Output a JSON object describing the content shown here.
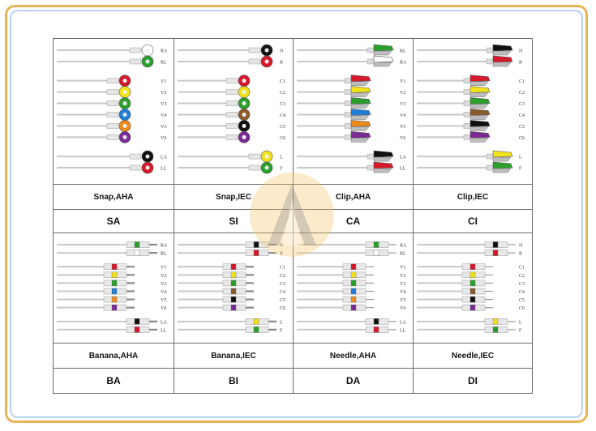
{
  "colors": {
    "outer_frame": "#e8b456",
    "inner_frame": "#b7d3ec",
    "grid_line": "#6a6a6a",
    "cable": "#c8c8c8"
  },
  "connectors": [
    {
      "name": "Snap,AHA",
      "code": "SA",
      "style": "snap",
      "leads": [
        {
          "label": "RA",
          "color": "#ffffff",
          "group": "top"
        },
        {
          "label": "RL",
          "color": "#2aa02a",
          "group": "top"
        },
        {
          "label": "V1",
          "color": "#d6182a",
          "group": "mid"
        },
        {
          "label": "V2",
          "color": "#f2e21a",
          "group": "mid"
        },
        {
          "label": "V3",
          "color": "#2aa02a",
          "group": "mid"
        },
        {
          "label": "V4",
          "color": "#1f7fd8",
          "group": "mid"
        },
        {
          "label": "V5",
          "color": "#f08a18",
          "group": "mid"
        },
        {
          "label": "V6",
          "color": "#7b2a96",
          "group": "mid"
        },
        {
          "label": "LA",
          "color": "#111111",
          "group": "bottom"
        },
        {
          "label": "LL",
          "color": "#d6182a",
          "group": "bottom"
        }
      ]
    },
    {
      "name": "Snap,IEC",
      "code": "SI",
      "style": "snap",
      "leads": [
        {
          "label": "N",
          "color": "#111111",
          "group": "top"
        },
        {
          "label": "R",
          "color": "#d6182a",
          "group": "top"
        },
        {
          "label": "C1",
          "color": "#d6182a",
          "group": "mid"
        },
        {
          "label": "C2",
          "color": "#f2e21a",
          "group": "mid"
        },
        {
          "label": "C3",
          "color": "#2aa02a",
          "group": "mid"
        },
        {
          "label": "C4",
          "color": "#8a5a2a",
          "group": "mid"
        },
        {
          "label": "C5",
          "color": "#111111",
          "group": "mid"
        },
        {
          "label": "C6",
          "color": "#7b2a96",
          "group": "mid"
        },
        {
          "label": "L",
          "color": "#f2e21a",
          "group": "bottom"
        },
        {
          "label": "F",
          "color": "#2aa02a",
          "group": "bottom"
        }
      ]
    },
    {
      "name": "Clip,AHA",
      "code": "CA",
      "style": "clip",
      "leads": [
        {
          "label": "RL",
          "color": "#2aa02a",
          "group": "top"
        },
        {
          "label": "RA",
          "color": "#ffffff",
          "group": "top"
        },
        {
          "label": "V1",
          "color": "#d6182a",
          "group": "mid"
        },
        {
          "label": "V2",
          "color": "#f2e21a",
          "group": "mid"
        },
        {
          "label": "V3",
          "color": "#2aa02a",
          "group": "mid"
        },
        {
          "label": "V4",
          "color": "#1f7fd8",
          "group": "mid"
        },
        {
          "label": "V5",
          "color": "#f08a18",
          "group": "mid"
        },
        {
          "label": "V6",
          "color": "#7b2a96",
          "group": "mid"
        },
        {
          "label": "LA",
          "color": "#111111",
          "group": "bottom"
        },
        {
          "label": "LL",
          "color": "#d6182a",
          "group": "bottom"
        }
      ]
    },
    {
      "name": "Clip,IEC",
      "code": "CI",
      "style": "clip",
      "leads": [
        {
          "label": "N",
          "color": "#111111",
          "group": "top"
        },
        {
          "label": "R",
          "color": "#d6182a",
          "group": "top"
        },
        {
          "label": "C1",
          "color": "#d6182a",
          "group": "mid"
        },
        {
          "label": "C2",
          "color": "#f2e21a",
          "group": "mid"
        },
        {
          "label": "C3",
          "color": "#2aa02a",
          "group": "mid"
        },
        {
          "label": "C4",
          "color": "#8a5a2a",
          "group": "mid"
        },
        {
          "label": "C5",
          "color": "#111111",
          "group": "mid"
        },
        {
          "label": "C6",
          "color": "#7b2a96",
          "group": "mid"
        },
        {
          "label": "L",
          "color": "#f2e21a",
          "group": "bottom"
        },
        {
          "label": "F",
          "color": "#2aa02a",
          "group": "bottom"
        }
      ]
    },
    {
      "name": "Banana,AHA",
      "code": "BA",
      "style": "banana",
      "leads": [
        {
          "label": "RA",
          "color": "#2aa02a",
          "group": "top"
        },
        {
          "label": "RL",
          "color": "#ffffff",
          "group": "top"
        },
        {
          "label": "V1",
          "color": "#d6182a",
          "group": "mid"
        },
        {
          "label": "V2",
          "color": "#f2e21a",
          "group": "mid"
        },
        {
          "label": "V3",
          "color": "#2aa02a",
          "group": "mid"
        },
        {
          "label": "V4",
          "color": "#1f7fd8",
          "group": "mid"
        },
        {
          "label": "V5",
          "color": "#f08a18",
          "group": "mid"
        },
        {
          "label": "V6",
          "color": "#7b2a96",
          "group": "mid"
        },
        {
          "label": "LA",
          "color": "#111111",
          "group": "bottom"
        },
        {
          "label": "LL",
          "color": "#d6182a",
          "group": "bottom"
        }
      ]
    },
    {
      "name": "Banana,IEC",
      "code": "BI",
      "style": "banana",
      "leads": [
        {
          "label": "N",
          "color": "#111111",
          "group": "top"
        },
        {
          "label": "R",
          "color": "#d6182a",
          "group": "top"
        },
        {
          "label": "C1",
          "color": "#d6182a",
          "group": "mid"
        },
        {
          "label": "C2",
          "color": "#f2e21a",
          "group": "mid"
        },
        {
          "label": "C3",
          "color": "#2aa02a",
          "group": "mid"
        },
        {
          "label": "C4",
          "color": "#8a5a2a",
          "group": "mid"
        },
        {
          "label": "C5",
          "color": "#111111",
          "group": "mid"
        },
        {
          "label": "C6",
          "color": "#7b2a96",
          "group": "mid"
        },
        {
          "label": "L",
          "color": "#f2e21a",
          "group": "bottom"
        },
        {
          "label": "F",
          "color": "#2aa02a",
          "group": "bottom"
        }
      ]
    },
    {
      "name": "Needle,AHA",
      "code": "DA",
      "style": "needle",
      "leads": [
        {
          "label": "RA",
          "color": "#2aa02a",
          "group": "top"
        },
        {
          "label": "RL",
          "color": "#ffffff",
          "group": "top"
        },
        {
          "label": "V1",
          "color": "#d6182a",
          "group": "mid"
        },
        {
          "label": "V2",
          "color": "#f2e21a",
          "group": "mid"
        },
        {
          "label": "V3",
          "color": "#2aa02a",
          "group": "mid"
        },
        {
          "label": "V4",
          "color": "#1f7fd8",
          "group": "mid"
        },
        {
          "label": "V5",
          "color": "#f08a18",
          "group": "mid"
        },
        {
          "label": "V6",
          "color": "#7b2a96",
          "group": "mid"
        },
        {
          "label": "LA",
          "color": "#111111",
          "group": "bottom"
        },
        {
          "label": "LL",
          "color": "#d6182a",
          "group": "bottom"
        }
      ]
    },
    {
      "name": "Needle,IEC",
      "code": "DI",
      "style": "needle",
      "leads": [
        {
          "label": "N",
          "color": "#111111",
          "group": "top"
        },
        {
          "label": "R",
          "color": "#d6182a",
          "group": "top"
        },
        {
          "label": "C1",
          "color": "#d6182a",
          "group": "mid"
        },
        {
          "label": "C2",
          "color": "#f2e21a",
          "group": "mid"
        },
        {
          "label": "C3",
          "color": "#2aa02a",
          "group": "mid"
        },
        {
          "label": "C4",
          "color": "#8a5a2a",
          "group": "mid"
        },
        {
          "label": "C5",
          "color": "#111111",
          "group": "mid"
        },
        {
          "label": "C6",
          "color": "#7b2a96",
          "group": "mid"
        },
        {
          "label": "L",
          "color": "#f2e21a",
          "group": "bottom"
        },
        {
          "label": "F",
          "color": "#2aa02a",
          "group": "bottom"
        }
      ]
    }
  ]
}
